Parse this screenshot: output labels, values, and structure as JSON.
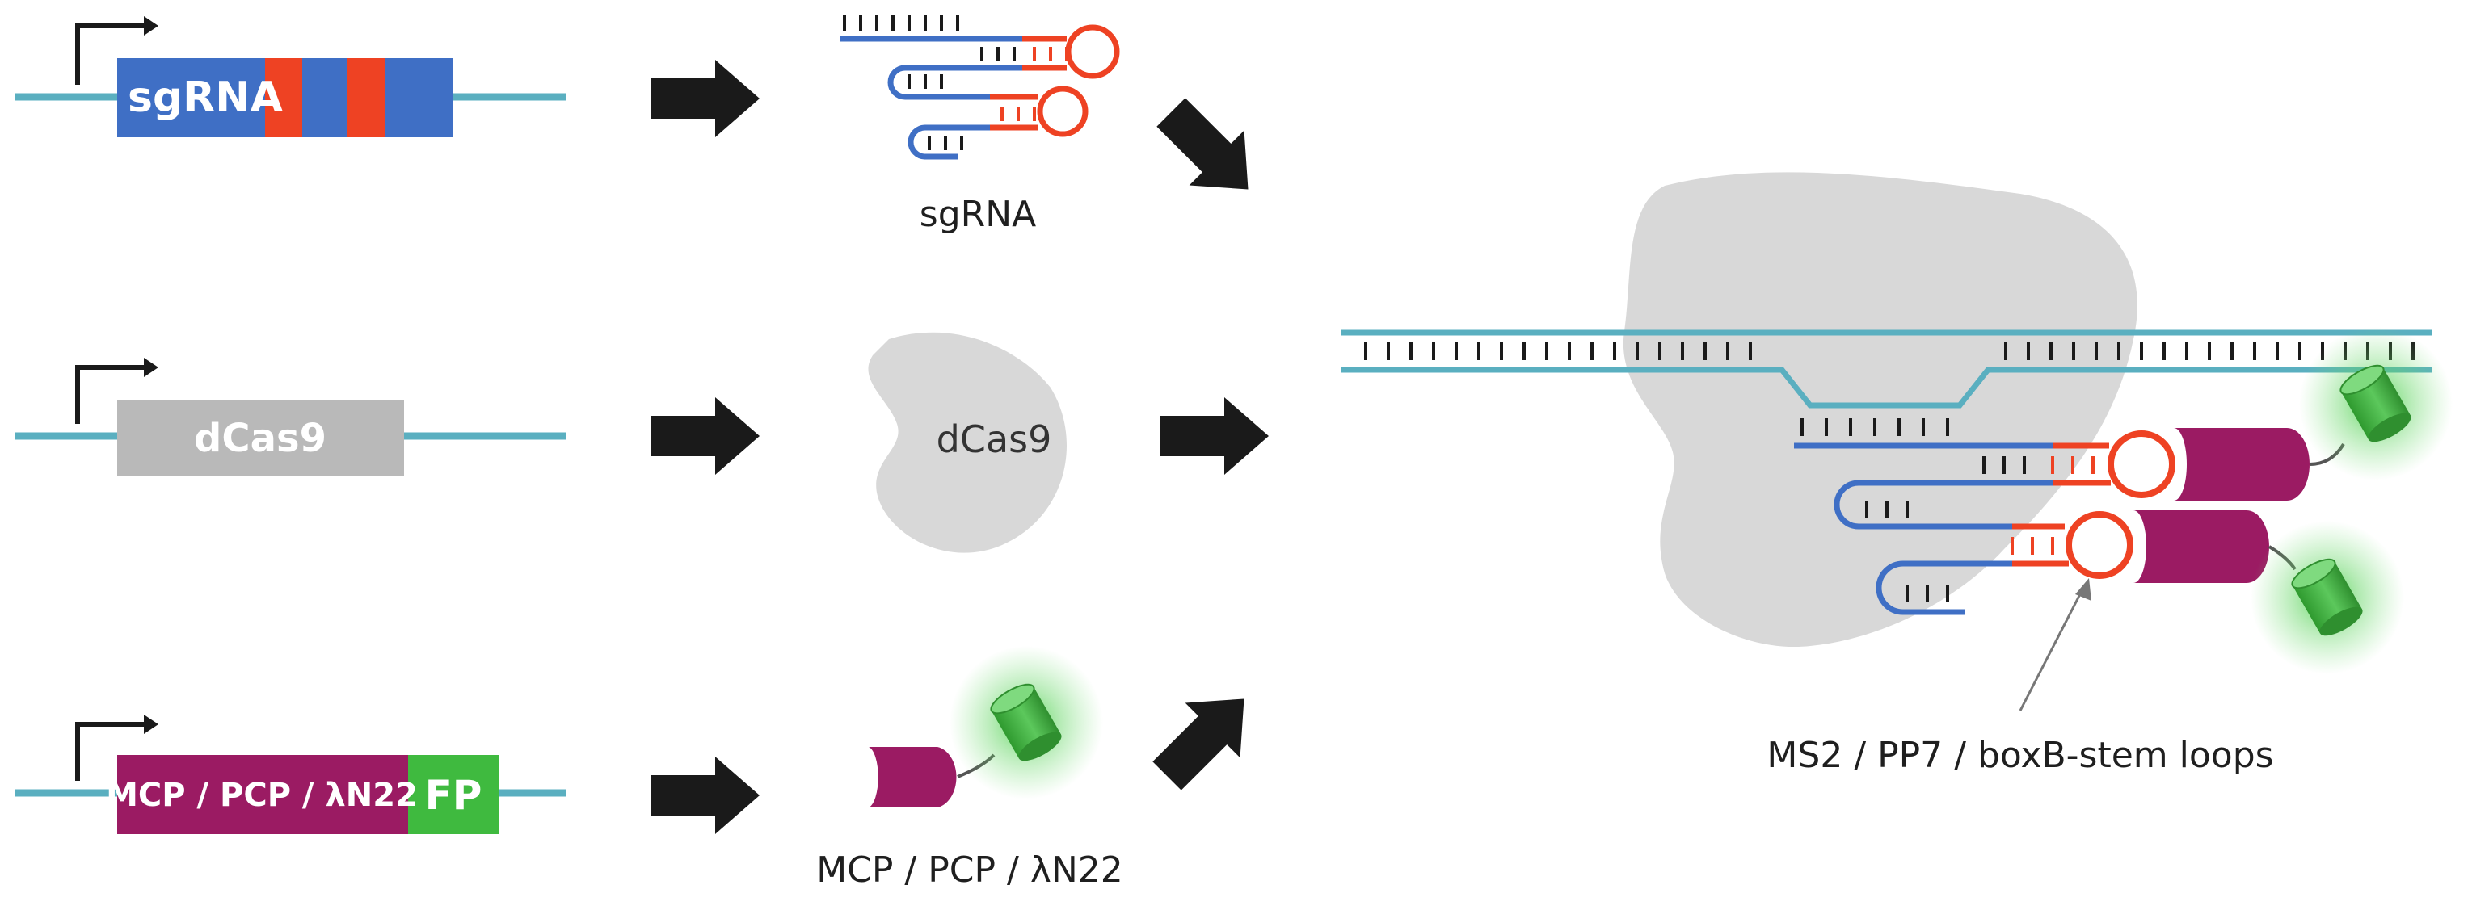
{
  "genes": {
    "sgrna_label": "sgRNA",
    "dcas9_label": "dCas9",
    "effector_label": "MCP / PCP / λN22",
    "fp_label": "FP"
  },
  "products": {
    "sgrna_label": "sgRNA",
    "dcas9_label": "dCas9",
    "effector_label": "MCP / PCP / λN22"
  },
  "complex": {
    "stem_loops_label": "MS2 / PP7 / boxB-stem loops"
  },
  "colors": {
    "dna": "#5aafc0",
    "sgrna_blue": "#3f6fc5",
    "sgrna_red": "#ee4223",
    "dcas9_grey": "#b9b9b9",
    "protein_grey": "#d8d8d8",
    "effector_purple": "#9b1b63",
    "fp_green": "#3fba3f",
    "arrow_black": "#1a1a1a"
  }
}
